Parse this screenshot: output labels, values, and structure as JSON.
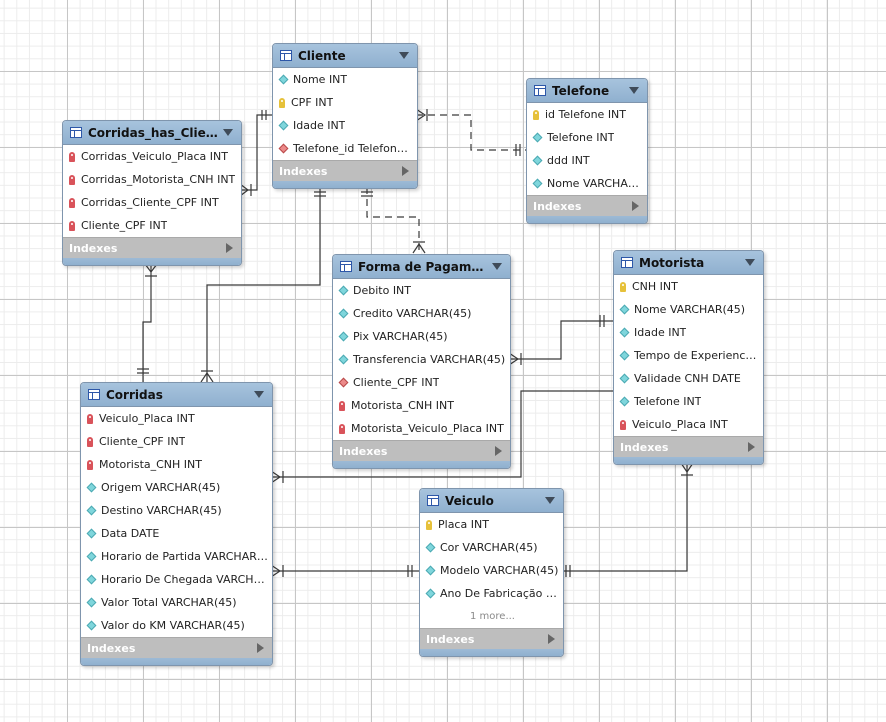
{
  "colors": {
    "header": "#98b7d4",
    "indexes_bar": "#bebebe",
    "primary_key": "#e6c13a",
    "foreign_key": "#d9535a",
    "column": "#7fd6dc",
    "line": "#3a3a3a"
  },
  "tables": {
    "cliente": {
      "title": "Cliente",
      "columns": [
        {
          "icon": "column-icon",
          "text": "Nome INT"
        },
        {
          "icon": "primary-key-icon",
          "text": "CPF INT"
        },
        {
          "icon": "column-icon",
          "text": "Idade INT"
        },
        {
          "icon": "foreign-column-icon",
          "text": "Telefone_id Telefone I..."
        }
      ],
      "indexes": "Indexes"
    },
    "telefone": {
      "title": "Telefone",
      "columns": [
        {
          "icon": "primary-key-icon",
          "text": "id Telefone INT"
        },
        {
          "icon": "column-icon",
          "text": "Telefone INT"
        },
        {
          "icon": "column-icon",
          "text": "ddd INT"
        },
        {
          "icon": "column-icon",
          "text": "Nome VARCHAR(4..."
        }
      ],
      "indexes": "Indexes"
    },
    "corridas_has_cliente": {
      "title": "Corridas_has_Clien...",
      "columns": [
        {
          "icon": "foreign-key-icon",
          "text": "Corridas_Veiculo_Placa INT"
        },
        {
          "icon": "foreign-key-icon",
          "text": "Corridas_Motorista_CNH INT"
        },
        {
          "icon": "foreign-key-icon",
          "text": "Corridas_Cliente_CPF INT"
        },
        {
          "icon": "foreign-key-icon",
          "text": "Cliente_CPF INT"
        }
      ],
      "indexes": "Indexes"
    },
    "forma_pagamento": {
      "title": "Forma de Pagamen...",
      "columns": [
        {
          "icon": "column-icon",
          "text": "Debito INT"
        },
        {
          "icon": "column-icon",
          "text": "Credito VARCHAR(45)"
        },
        {
          "icon": "column-icon",
          "text": "Pix VARCHAR(45)"
        },
        {
          "icon": "column-icon",
          "text": "Transferencia VARCHAR(45)"
        },
        {
          "icon": "foreign-column-icon",
          "text": "Cliente_CPF INT"
        },
        {
          "icon": "foreign-key-icon",
          "text": "Motorista_CNH INT"
        },
        {
          "icon": "foreign-key-icon",
          "text": "Motorista_Veiculo_Placa INT"
        }
      ],
      "indexes": "Indexes"
    },
    "motorista": {
      "title": "Motorista",
      "columns": [
        {
          "icon": "primary-key-icon",
          "text": "CNH INT"
        },
        {
          "icon": "column-icon",
          "text": "Nome VARCHAR(45)"
        },
        {
          "icon": "column-icon",
          "text": "Idade INT"
        },
        {
          "icon": "column-icon",
          "text": "Tempo de Experiencia I..."
        },
        {
          "icon": "column-icon",
          "text": "Validade CNH DATE"
        },
        {
          "icon": "column-icon",
          "text": "Telefone INT"
        },
        {
          "icon": "foreign-key-icon",
          "text": "Veiculo_Placa INT"
        }
      ],
      "indexes": "Indexes"
    },
    "corridas": {
      "title": "Corridas",
      "columns": [
        {
          "icon": "foreign-key-icon",
          "text": "Veiculo_Placa INT"
        },
        {
          "icon": "foreign-key-icon",
          "text": "Cliente_CPF INT"
        },
        {
          "icon": "foreign-key-icon",
          "text": "Motorista_CNH INT"
        },
        {
          "icon": "column-icon",
          "text": "Origem VARCHAR(45)"
        },
        {
          "icon": "column-icon",
          "text": "Destino VARCHAR(45)"
        },
        {
          "icon": "column-icon",
          "text": "Data DATE"
        },
        {
          "icon": "column-icon",
          "text": "Horario de Partida VARCHAR(45)"
        },
        {
          "icon": "column-icon",
          "text": "Horario De Chegada VARCHAR(45)"
        },
        {
          "icon": "column-icon",
          "text": "Valor Total VARCHAR(45)"
        },
        {
          "icon": "column-icon",
          "text": "Valor do KM VARCHAR(45)"
        }
      ],
      "indexes": "Indexes"
    },
    "veiculo": {
      "title": "Veiculo",
      "columns": [
        {
          "icon": "primary-key-icon",
          "text": "Placa INT"
        },
        {
          "icon": "column-icon",
          "text": "Cor VARCHAR(45)"
        },
        {
          "icon": "column-icon",
          "text": "Modelo VARCHAR(45)"
        },
        {
          "icon": "column-icon",
          "text": "Ano De Fabricação DA..."
        }
      ],
      "more": "1 more...",
      "indexes": "Indexes"
    }
  }
}
